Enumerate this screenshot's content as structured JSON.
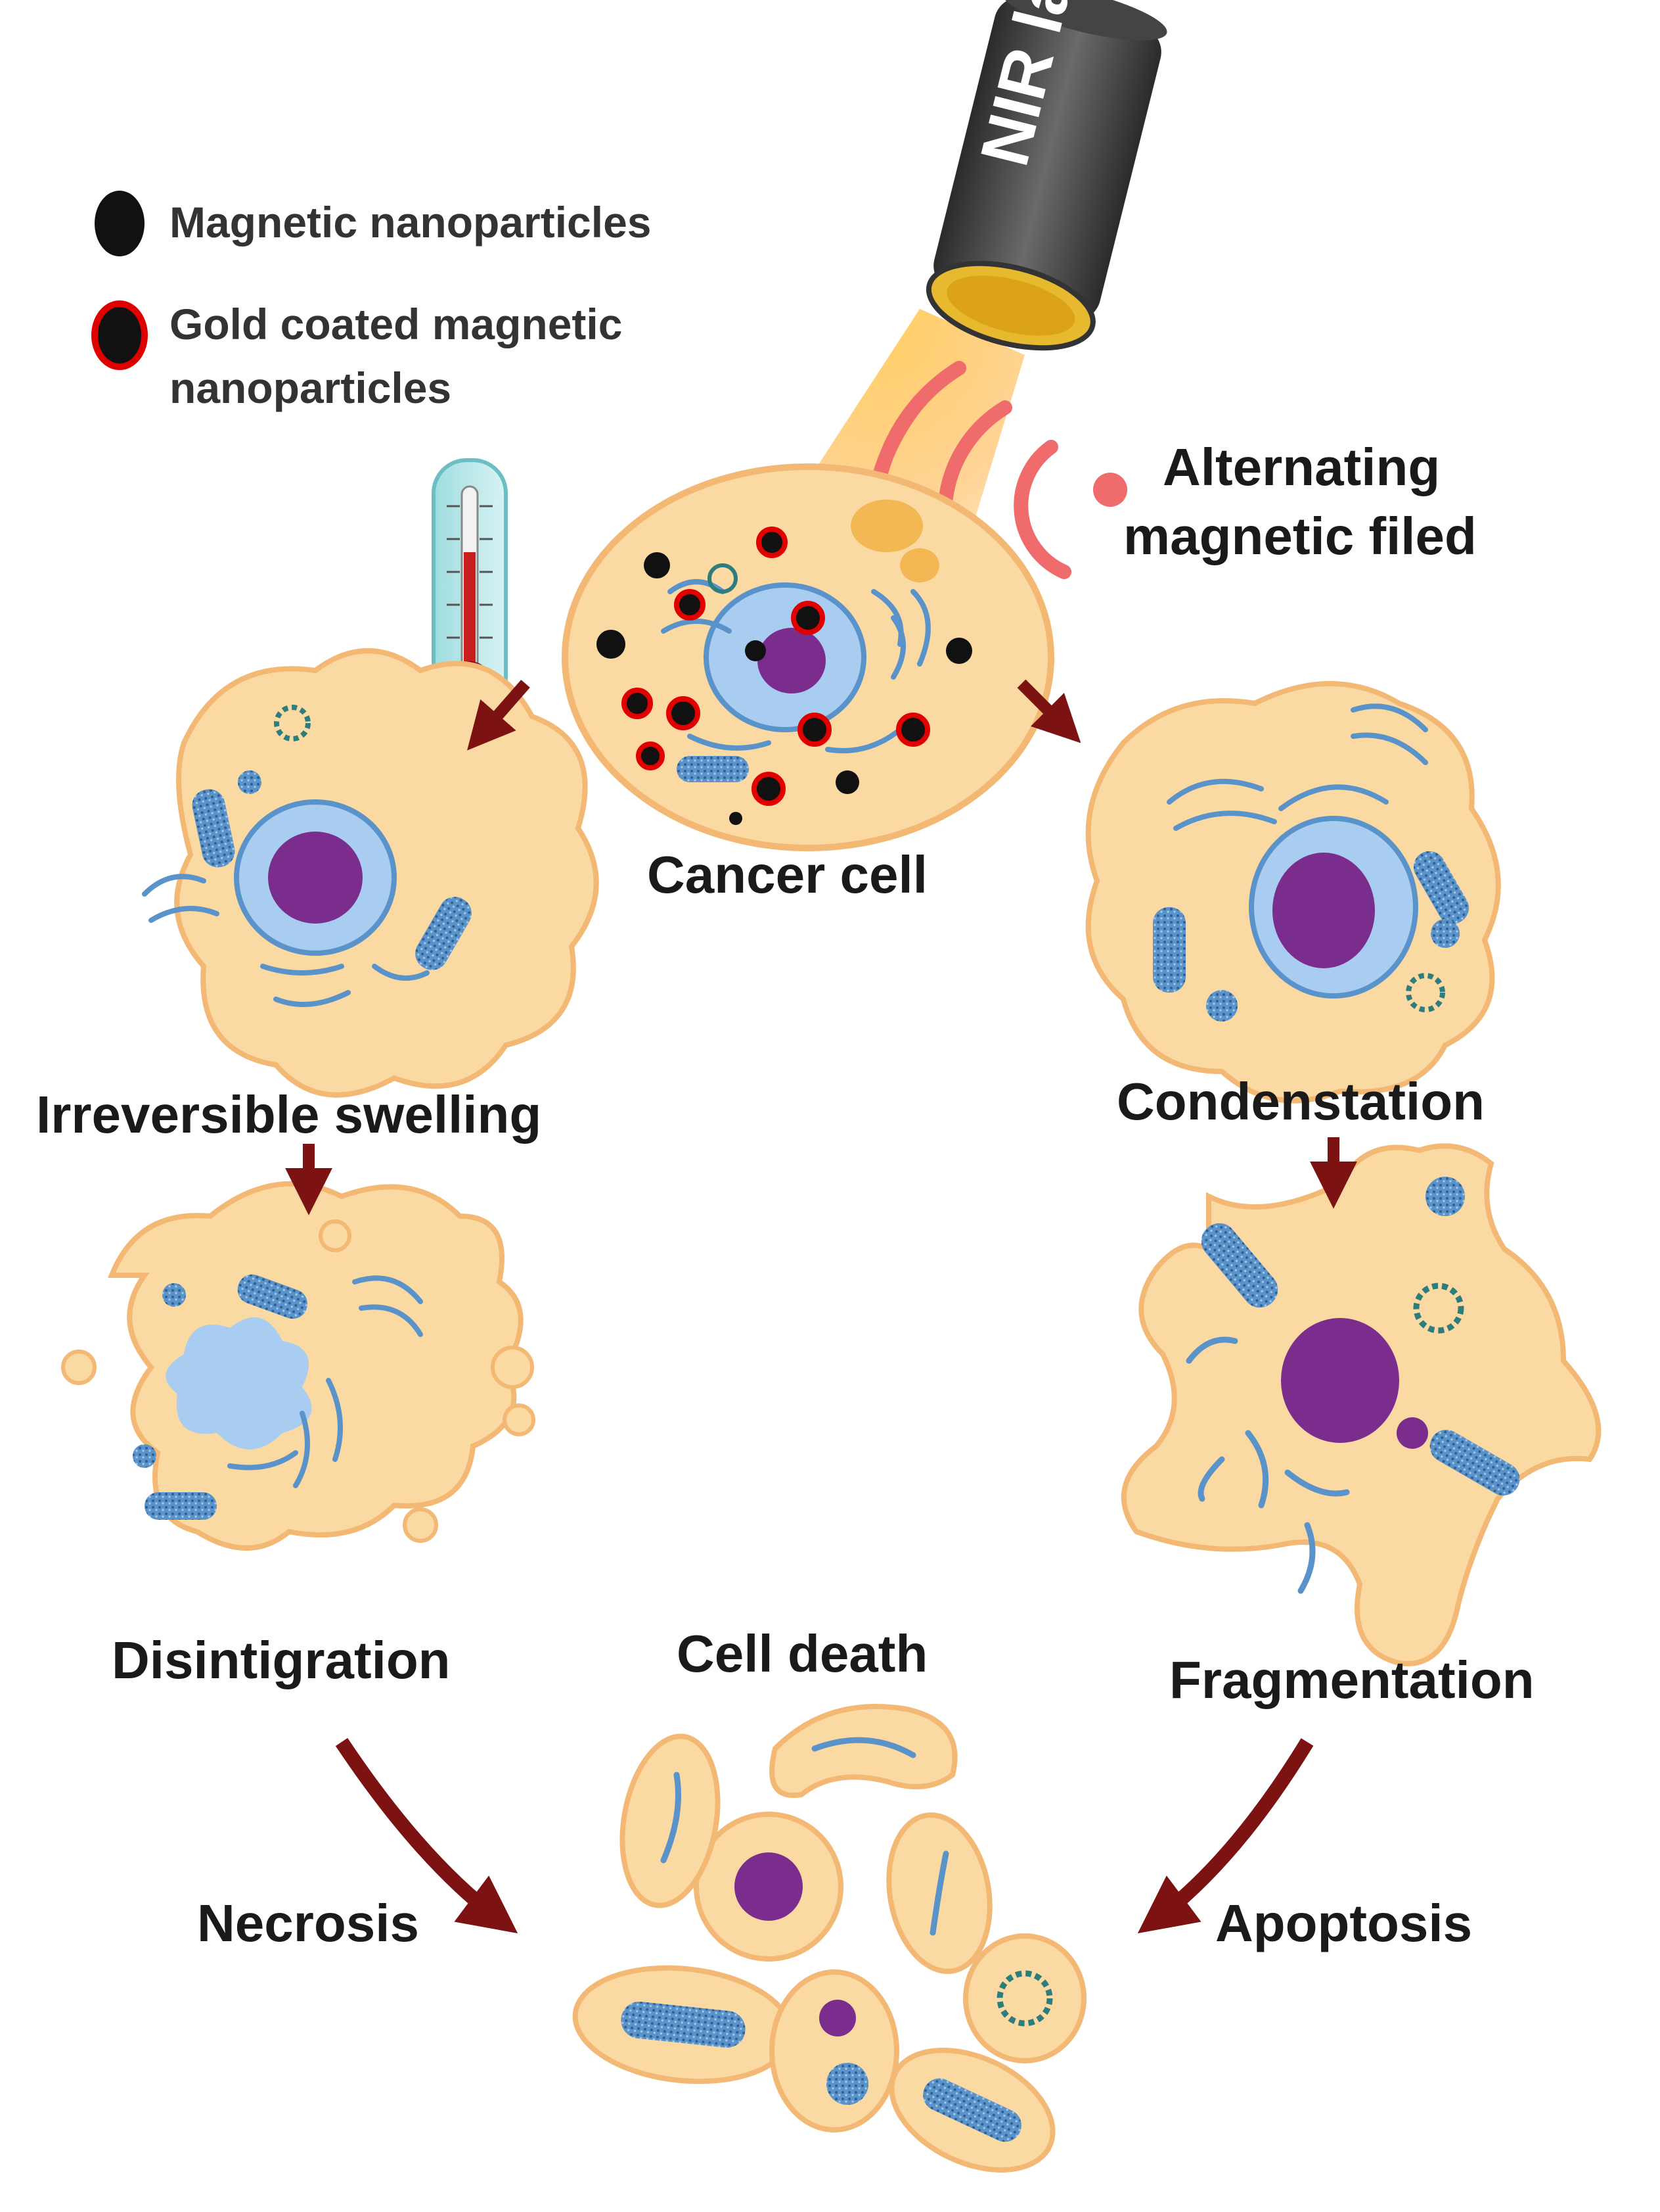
{
  "legend": {
    "magnetic_label": "Magnetic nanoparticles",
    "gold_label_line1": "Gold coated magnetic",
    "gold_label_line2": "nanoparticles"
  },
  "laser": {
    "label": "NIR laser"
  },
  "field": {
    "line1": "Alternating",
    "line2": "magnetic filed"
  },
  "stages": {
    "cancer": "Cancer cell",
    "swelling": "Irreversible swelling",
    "condensation": "Condenstation",
    "disintegration": "Disintigration",
    "fragmentation": "Fragmentation",
    "cell_death": "Cell death",
    "necrosis": "Necrosis",
    "apoptosis": "Apoptosis"
  },
  "colors": {
    "cytoplasm": "#fbd9a3",
    "membrane": "#f3b874",
    "nucleus": "#7a2d8c",
    "organelle": "#5a93c9",
    "arrow": "#7d1212",
    "field_waves": "#f06b6b",
    "gold_ring": "#e00000"
  }
}
